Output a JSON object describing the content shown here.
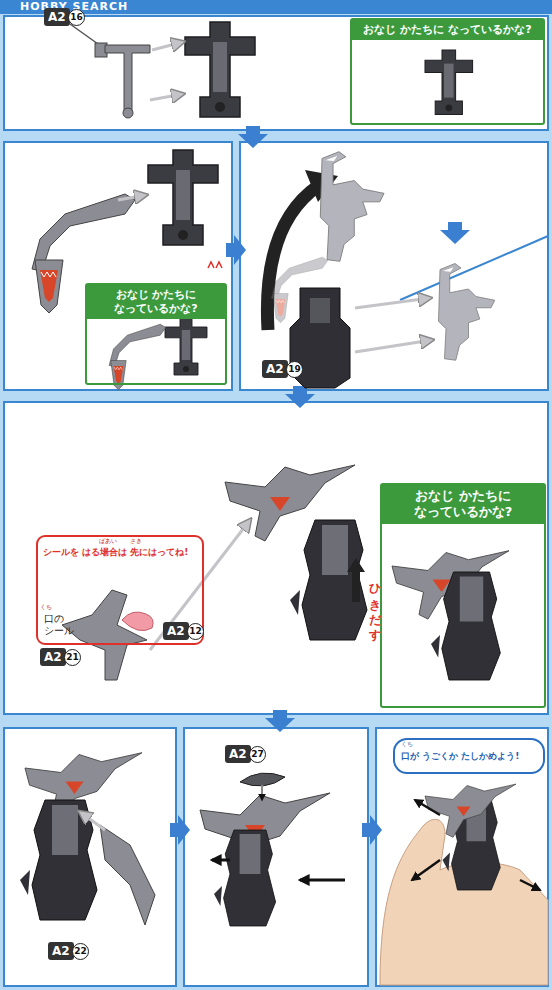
{
  "diagram": {
    "nodes": [
      {
        "text": [
          "おなじ かたちに なっているかな?"
        ]
      },
      {
        "text": [
          "おなじ かたちに なっているかな?"
        ]
      },
      {
        "text": [
          "シールを はる場合は 先にはってね!",
          "口の シール"
        ]
      },
      {
        "text": [
          "おなじ かたちに なっているかな?"
        ]
      },
      {
        "text": [
          "口が うごくか たしかめよう!"
        ]
      }
    ],
    "labels": [
      "HOBBY SEARCH",
      "A2",
      "16",
      "A2",
      "19",
      "ばあい",
      "さき",
      "くち",
      "A2",
      "12",
      "A2",
      "21",
      "ひきだす",
      "A2",
      "22",
      "A2",
      "27",
      "くち"
    ]
  }
}
